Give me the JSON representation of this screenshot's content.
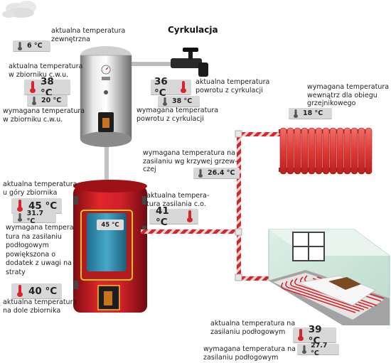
{
  "outdoor": {
    "label_line1": "aktualna temperatura",
    "label_line2": "zewnętrzna",
    "value": "6 °C"
  },
  "circulation": {
    "title": "Cyrkulacja",
    "actual_value": "36 °C",
    "actual_label_line1": "aktualna temperatura",
    "actual_label_line2": "powrotu z cyrkulacji",
    "required_value": "38 °C",
    "required_label_line1": "wymagana temperatura",
    "required_label_line2": "powrotu z cyrkulacji"
  },
  "dhw_tank": {
    "actual_label_line1": "aktualna temperatura",
    "actual_label_line2": "w zbiorniku c.w.u.",
    "actual_value": "38 °C",
    "required_value": "20 °C",
    "required_label_line1": "wymagana temperatura",
    "required_label_line2": "w zbiorniku c.w.u."
  },
  "indoor": {
    "label_line1": "wymagana temperatura",
    "label_line2": "wewnątrz dla obiegu",
    "label_line3": "grzejnikowego",
    "value": "18 °C"
  },
  "supply_curve": {
    "label_line1": "wymagana temperatura na",
    "label_line2": "zasilaniu wg krzywej grzew-",
    "label_line3": "czej",
    "value": "26.4 °C"
  },
  "buffer_tank": {
    "top_label_line1": "aktualna temperatura",
    "top_label_line2": "u góry zbiornika",
    "top_value": "45 °C",
    "top_required_value": "31.7 °C",
    "req_label_line1": "wymagana tempera-",
    "req_label_line2": "tura na zasilaniu",
    "req_label_line3": "podłogowym",
    "req_label_line4": "powiększona o",
    "req_label_line5": "dodatek z uwagi na",
    "req_label_line6": "straty",
    "bottom_value": "40 °C",
    "bottom_label_line1": "aktualna temperatura",
    "bottom_label_line2": "na dole zbiornika",
    "inner_value": "45 °C"
  },
  "co_supply": {
    "label_line1": "aktualna tempera-",
    "label_line2": "tura zasilania c.o.",
    "value": "41 °C"
  },
  "floor": {
    "actual_label_line1": "aktualna temperatura na",
    "actual_label_line2": "zasilaniu podłogowym",
    "actual_value": "39 °C",
    "required_label_line1": "wymagana temperatura na",
    "required_label_line2": "zasilaniu podłogowym",
    "required_value": "27.7 °C"
  },
  "colors": {
    "pipe_red": "#d8242a",
    "tank_red": "#c81e24",
    "badge_gray": "#d7d7d7",
    "thermometer_red": "#d8242a",
    "thermometer_gray": "#555555"
  }
}
